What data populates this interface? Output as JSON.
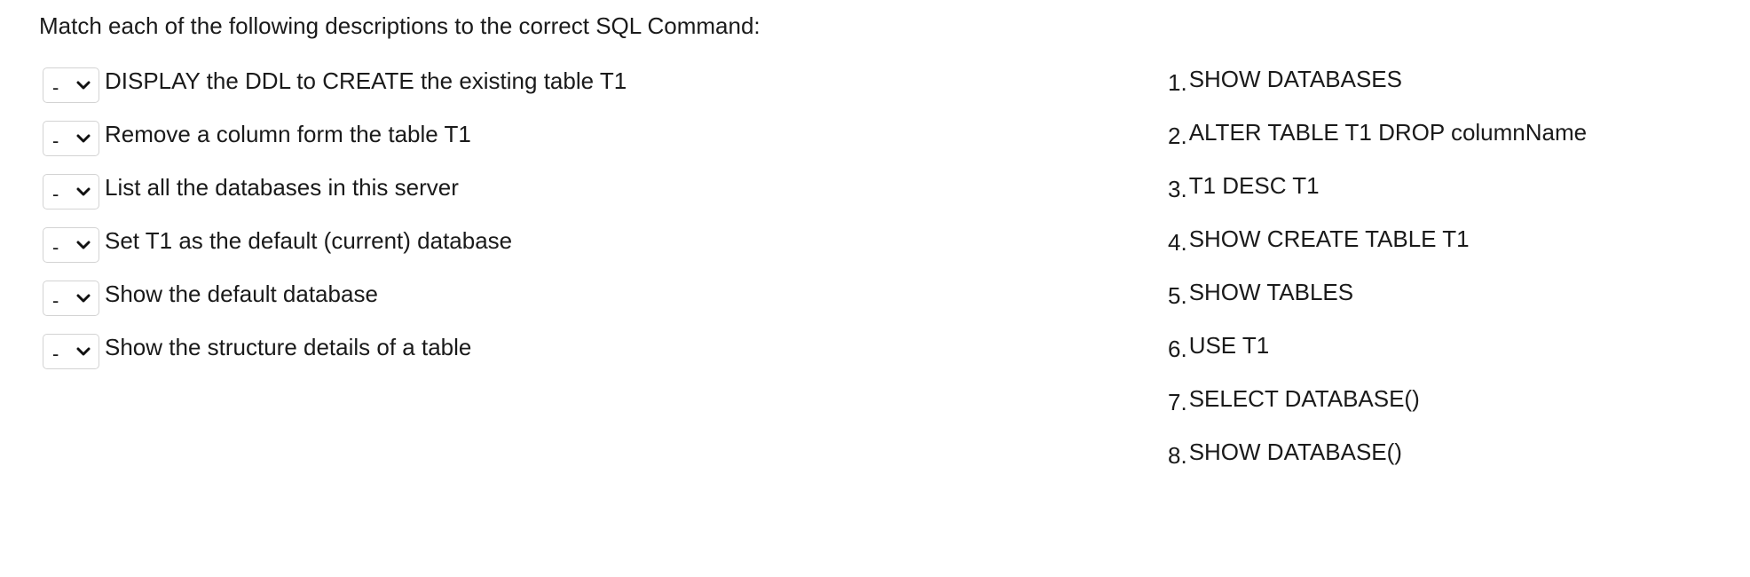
{
  "question": {
    "prompt": "Match each of the following descriptions to the correct SQL Command:"
  },
  "matches": [
    {
      "selected": "-",
      "description": "DISPLAY the DDL to CREATE the existing table T1"
    },
    {
      "selected": "-",
      "description": "Remove a column form the table T1"
    },
    {
      "selected": "-",
      "description": "List all the databases in this server"
    },
    {
      "selected": "-",
      "description": "Set T1 as the default (current) database"
    },
    {
      "selected": "-",
      "description": "Show the default database"
    },
    {
      "selected": "-",
      "description": "Show the structure details of a table"
    }
  ],
  "answers": [
    {
      "number": "1.",
      "text": "SHOW DATABASES"
    },
    {
      "number": "2.",
      "text": "ALTER TABLE T1 DROP columnName"
    },
    {
      "number": "3.",
      "text": "T1 DESC T1"
    },
    {
      "number": "4.",
      "text": "SHOW CREATE TABLE T1"
    },
    {
      "number": "5.",
      "text": "SHOW TABLES"
    },
    {
      "number": "6.",
      "text": "USE T1"
    },
    {
      "number": "7.",
      "text": "SELECT DATABASE()"
    },
    {
      "number": "8.",
      "text": "SHOW DATABASE()"
    }
  ],
  "icons": {
    "dropdown": "chevron-down-icon"
  }
}
